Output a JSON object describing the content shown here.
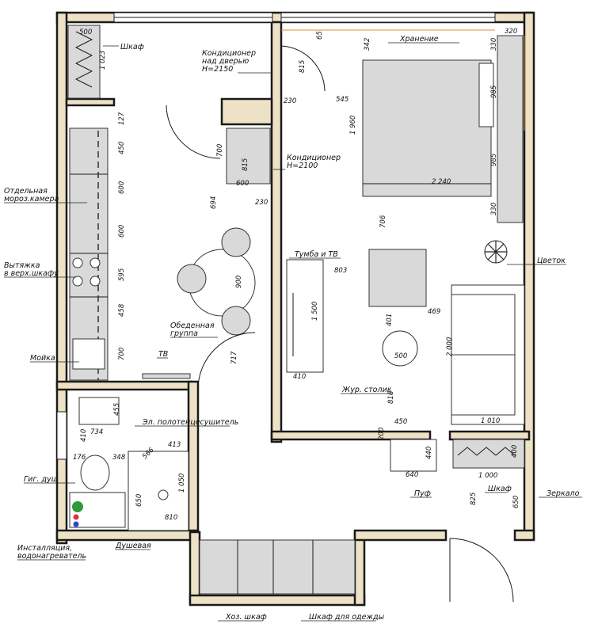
{
  "labels": {
    "wardrobe_top": "Шкаф",
    "ac_door_1": "Кондиционер",
    "ac_door_2": "над дверью",
    "ac_door_3": "H=2150",
    "storage": "Хранение",
    "ac2_1": "Кондиционер",
    "ac2_2": "H=2100",
    "freezer_1": "Отдельная",
    "freezer_2": "мороз.камера",
    "hood_1": "Вытяжка",
    "hood_2": "в верх.шкафу",
    "tv_stand": "Тумба и ТВ",
    "flower": "Цветок",
    "dining_1": "Обеденная",
    "dining_2": "группа",
    "sink": "Мойка",
    "tv": "ТВ",
    "coffee_table": "Жур. столик",
    "towel_dryer": "Эл. полотенцесушитель",
    "hyg_shower": "Гиг. душ",
    "pouf": "Пуф",
    "wardrobe_hall": "Шкаф",
    "mirror": "Зеркало",
    "installation_1": "Инсталляция,",
    "installation_2": "водонагреватель",
    "shower": "Душевая",
    "utility_closet": "Хоз. шкаф",
    "clothes_closet": "Шкаф для одежды"
  },
  "dimensions": {
    "d500": "500",
    "d1023": "1 023",
    "d65": "65",
    "d342": "342",
    "d320a": "320",
    "d815a": "815",
    "d230a": "230",
    "d545": "545",
    "d1960": "1 960",
    "d330a": "330",
    "d985a": "985",
    "d985b": "985",
    "d330b": "330",
    "d127": "127",
    "d450": "450",
    "d600a": "600",
    "d600b": "600",
    "d595": "595",
    "d458": "458",
    "d700a": "700",
    "d700b": "700",
    "d815b": "815",
    "d600c": "600",
    "d230b": "230",
    "d694": "694",
    "d2240": "2 240",
    "d706": "706",
    "d900": "900",
    "d803": "803",
    "d1500": "1 500",
    "d469": "469",
    "d401": "401",
    "d2000": "2 000",
    "d500b": "500",
    "d717": "717",
    "d410a": "410",
    "d818": "818",
    "d455": "455",
    "d450b": "450",
    "d1010": "1 010",
    "d734": "734",
    "d410b": "410",
    "d200": "200",
    "d440": "440",
    "d400": "400",
    "d176": "176",
    "d348": "348",
    "d566": "566",
    "d413": "413",
    "d640": "640",
    "d1000": "1 000",
    "d650a": "650",
    "d1050": "1 050",
    "d825": "825",
    "d650b": "650",
    "d810": "810"
  }
}
